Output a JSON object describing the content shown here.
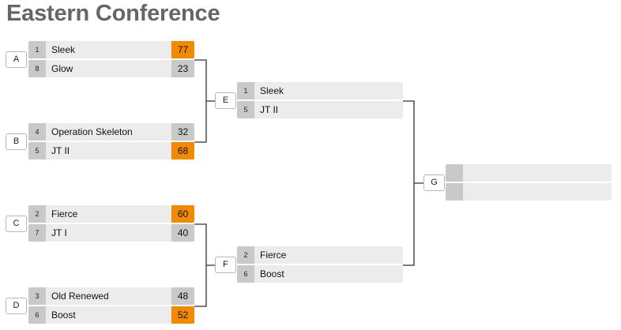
{
  "title": "Eastern Conference",
  "colors": {
    "winner": "#f28a00",
    "row": "#ececec",
    "seed": "#c9c9c9",
    "title": "#666666",
    "line": "#333333"
  },
  "matches": [
    {
      "id": "A",
      "teams": [
        {
          "seed": "1",
          "name": "Sleek",
          "score": "77",
          "winner": true
        },
        {
          "seed": "8",
          "name": "Glow",
          "score": "23",
          "winner": false
        }
      ]
    },
    {
      "id": "B",
      "teams": [
        {
          "seed": "4",
          "name": "Operation Skeleton",
          "score": "32",
          "winner": false
        },
        {
          "seed": "5",
          "name": "JT II",
          "score": "68",
          "winner": true
        }
      ]
    },
    {
      "id": "C",
      "teams": [
        {
          "seed": "2",
          "name": "Fierce",
          "score": "60",
          "winner": true
        },
        {
          "seed": "7",
          "name": "JT I",
          "score": "40",
          "winner": false
        }
      ]
    },
    {
      "id": "D",
      "teams": [
        {
          "seed": "3",
          "name": "Old Renewed",
          "score": "48",
          "winner": false
        },
        {
          "seed": "6",
          "name": "Boost",
          "score": "52",
          "winner": true
        }
      ]
    },
    {
      "id": "E",
      "teams": [
        {
          "seed": "1",
          "name": "Sleek",
          "score": "",
          "winner": false
        },
        {
          "seed": "5",
          "name": "JT II",
          "score": "",
          "winner": false
        }
      ]
    },
    {
      "id": "F",
      "teams": [
        {
          "seed": "2",
          "name": "Fierce",
          "score": "",
          "winner": false
        },
        {
          "seed": "6",
          "name": "Boost",
          "score": "",
          "winner": false
        }
      ]
    },
    {
      "id": "G",
      "teams": [
        {
          "seed": "",
          "name": "",
          "score": "",
          "winner": false
        },
        {
          "seed": "",
          "name": "",
          "score": "",
          "winner": false
        }
      ]
    }
  ]
}
